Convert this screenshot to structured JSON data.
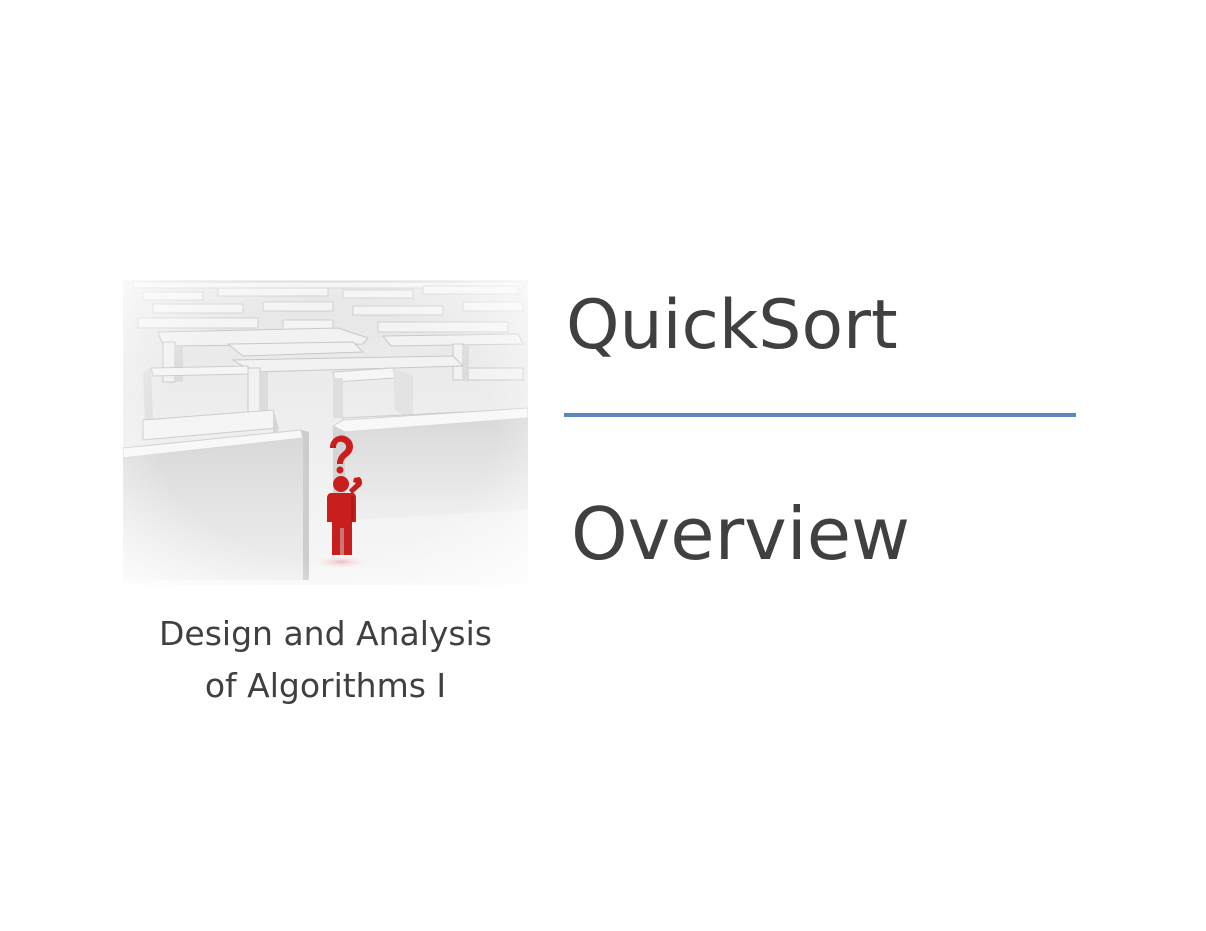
{
  "slide": {
    "title": "QuickSort",
    "subtitle": "Overview",
    "course": {
      "line1": "Design and Analysis",
      "line2": "of Algorithms I"
    },
    "image_description": "maze-with-figure",
    "colors": {
      "text": "#404040",
      "divider": "#5b87c0",
      "figure": "#c81e1e"
    }
  }
}
